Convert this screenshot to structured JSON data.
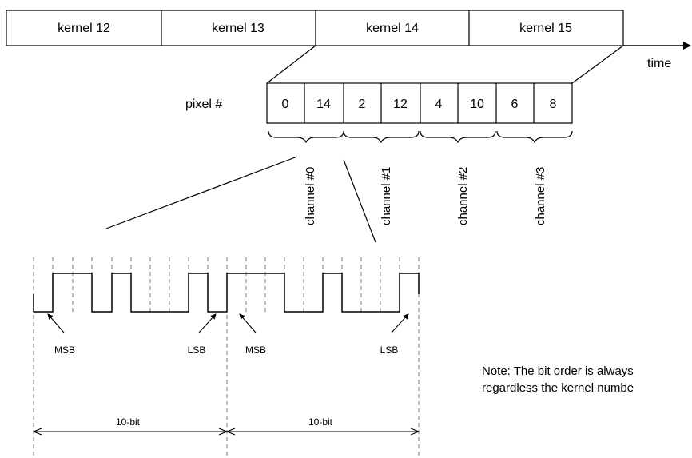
{
  "timeline": {
    "kernels": [
      "kernel 12",
      "kernel 13",
      "kernel 14",
      "kernel 15"
    ],
    "axis_label": "time"
  },
  "pixels": {
    "label": "pixel #",
    "values": [
      "0",
      "14",
      "2",
      "12",
      "4",
      "10",
      "6",
      "8"
    ]
  },
  "channels": [
    "channel #0",
    "channel #1",
    "channel #2",
    "channel #3"
  ],
  "waveform": {
    "labels": [
      "MSB",
      "LSB",
      "MSB",
      "LSB"
    ],
    "widths": [
      "10-bit",
      "10-bit"
    ]
  },
  "note": {
    "line1": "Note:  The bit order is always",
    "line2": "regardless the kernel numbe"
  }
}
